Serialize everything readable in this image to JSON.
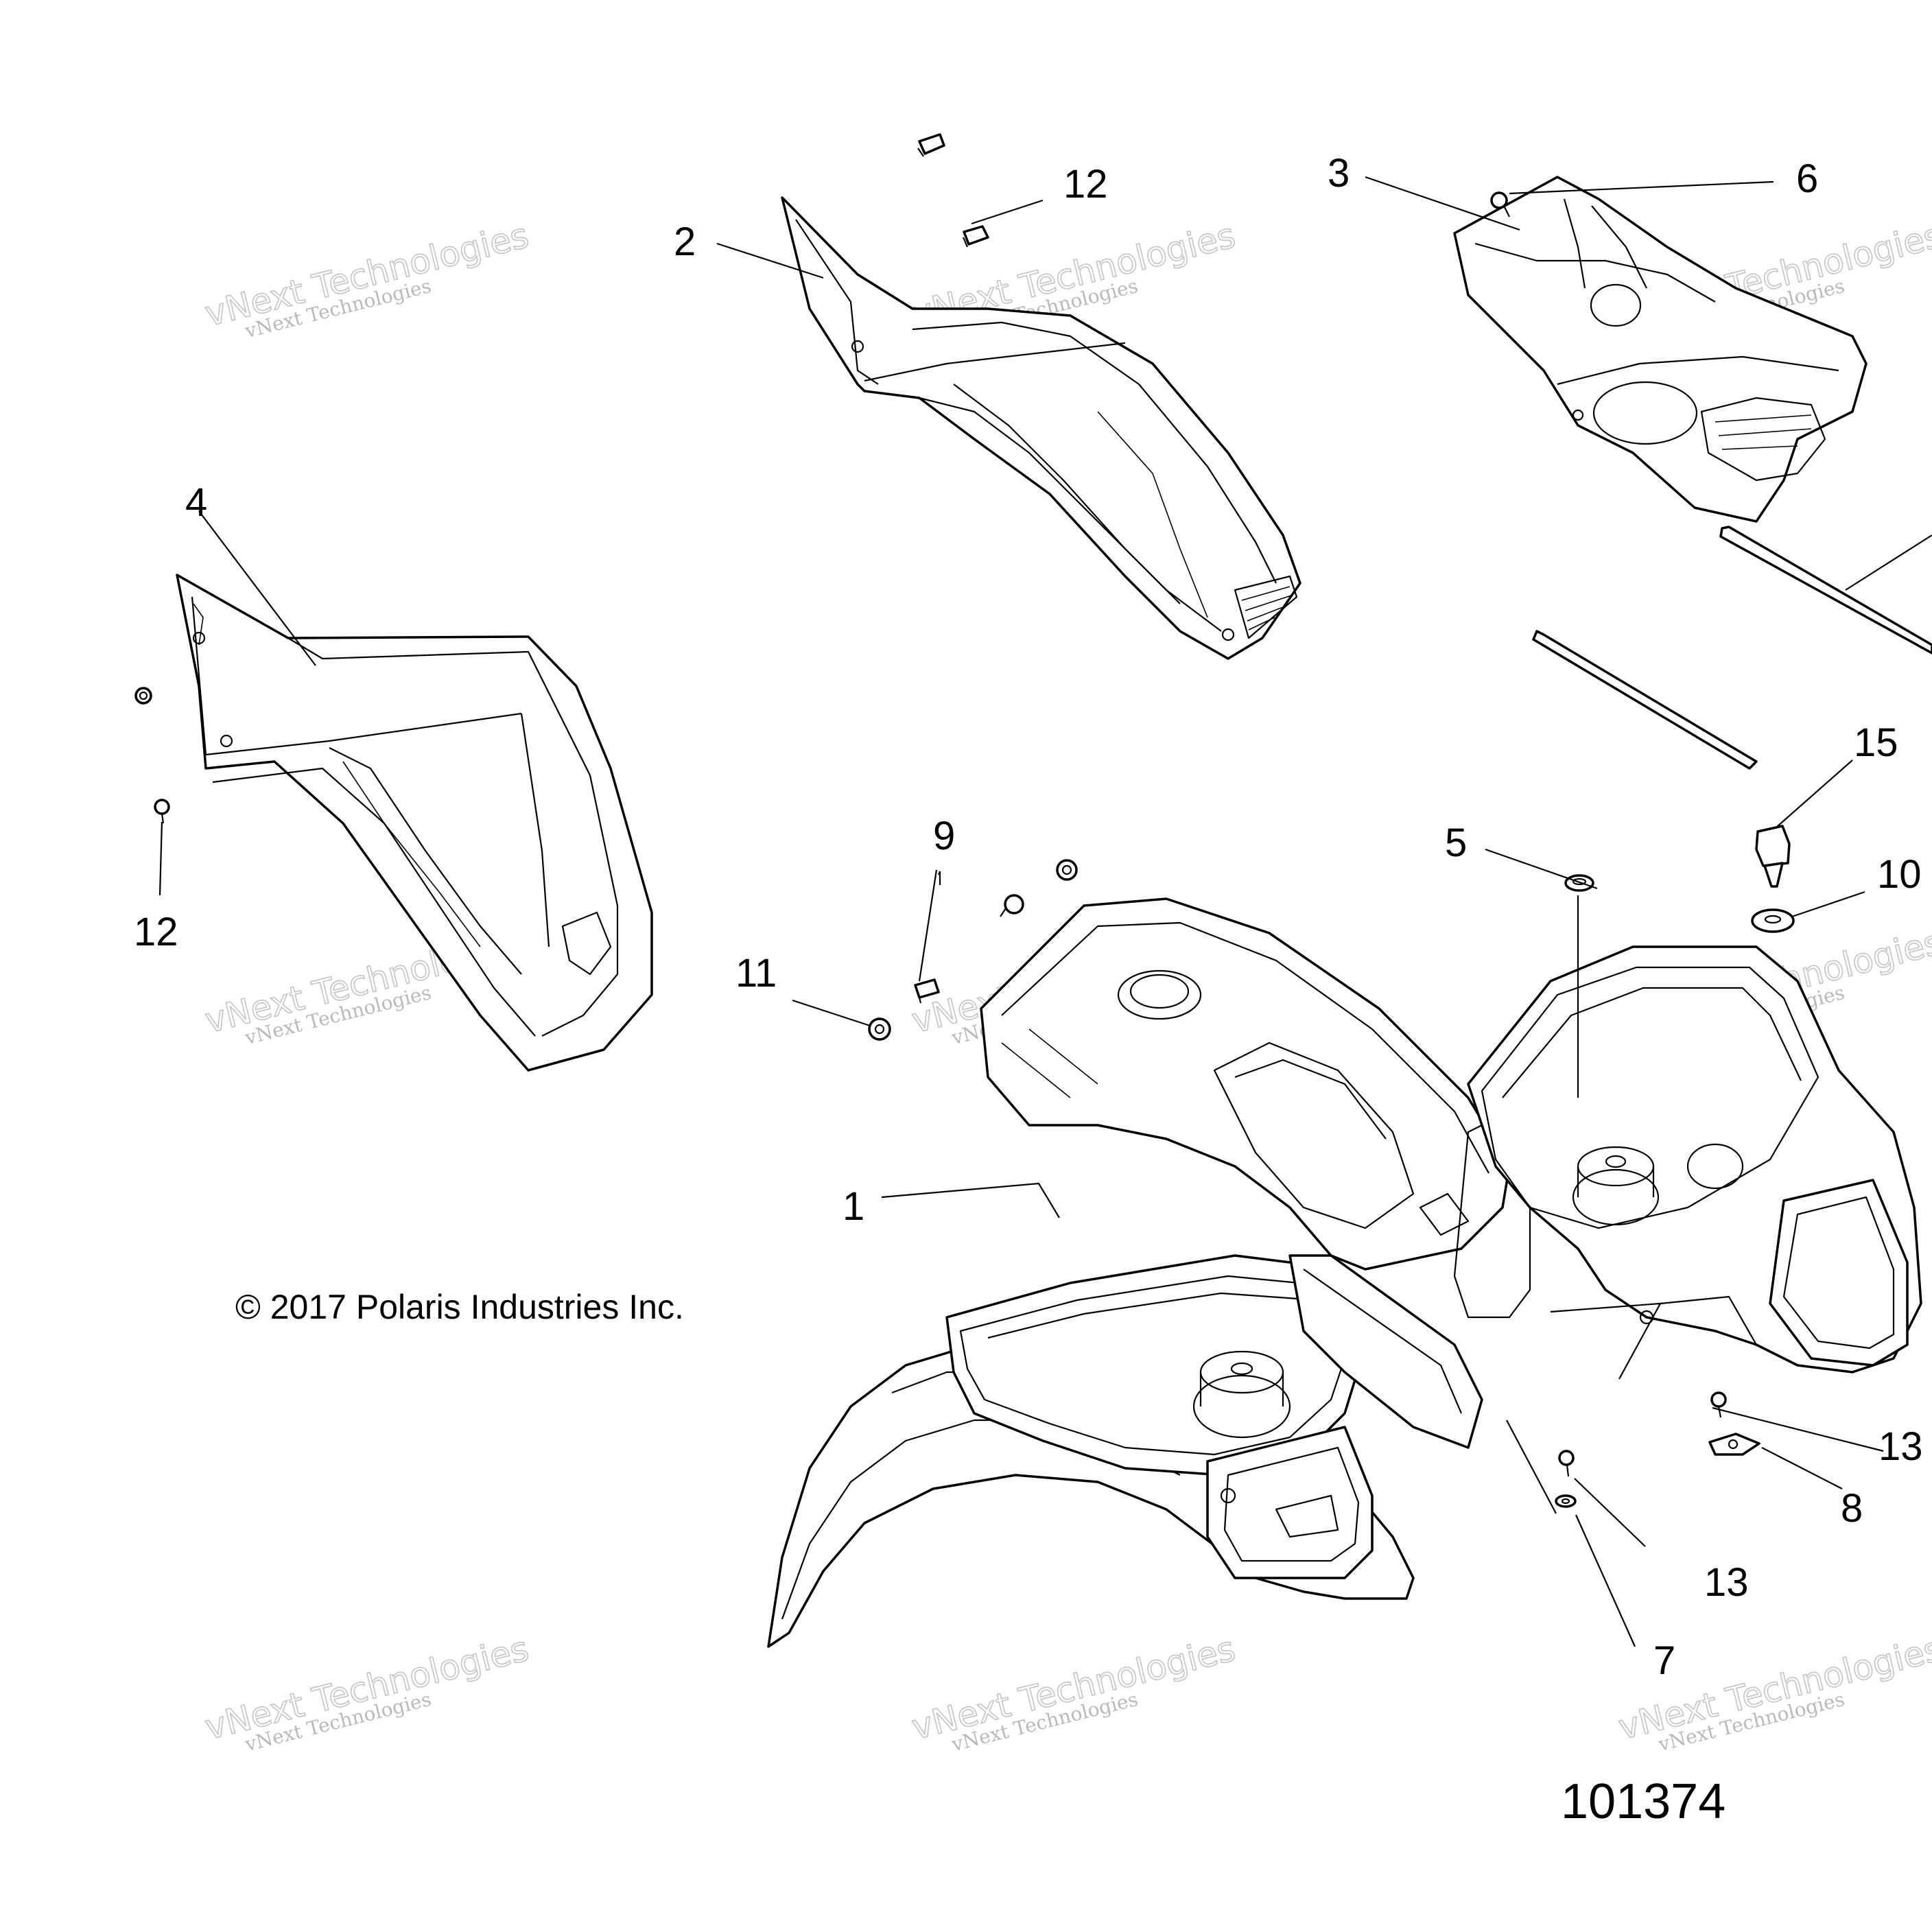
{
  "callouts": {
    "c1": "1",
    "c2": "2",
    "c3": "3",
    "c4": "4",
    "c5": "5",
    "c6": "6",
    "c7": "7",
    "c8": "8",
    "c9": "9",
    "c10": "10",
    "c11": "11",
    "c12a": "12",
    "c12b": "12",
    "c13a": "13",
    "c13b": "13",
    "c15": "15"
  },
  "copyright": "© 2017 Polaris Industries Inc.",
  "diagram_number": "101374",
  "watermark": {
    "line1": "vNext Technologies",
    "line2": "vNext Technologies"
  }
}
